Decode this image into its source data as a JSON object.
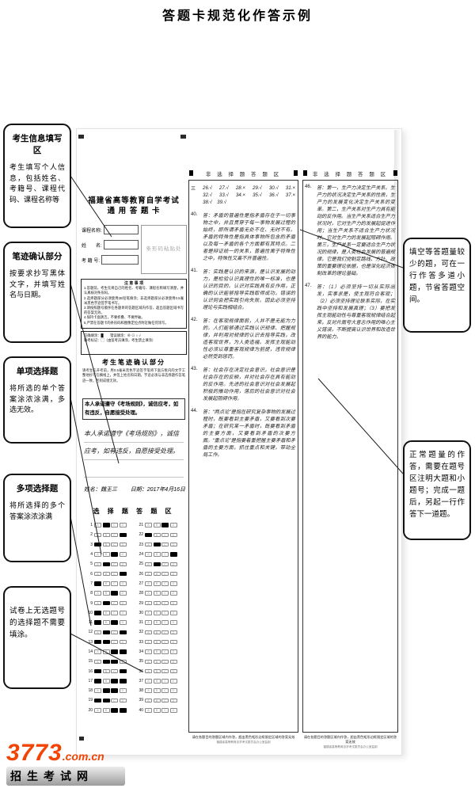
{
  "page": {
    "title": "答题卡规范化作答示例"
  },
  "callouts_left": [
    {
      "title": "考生信息填写区",
      "body": "考生填写个人信息，包括姓名、考籍号、课程代码、课程名称等"
    },
    {
      "title": "笔迹确认部分",
      "body": "按要求抄写黑体文字，并填写姓名与日期。"
    },
    {
      "title": "单项选择题",
      "body": "将所选的单个答案涂浓涂满，多选无效。"
    },
    {
      "title": "多项选择题",
      "body": "将所选择的多个答案涂浓涂满"
    },
    {
      "title": "",
      "body": "试卷上无选题号的选择题不需要填涂。"
    }
  ],
  "callouts_right": [
    {
      "body": "填空等答题量较少的题，可在一行作答多道小题，节省答题空间。"
    },
    {
      "body": "正常题量的作答，需要在题号区注明大题和小题号；完成一题后，另起一行作答下一道题。"
    }
  ],
  "card": {
    "header1": "福建省高等教育自学考试",
    "header2": "通 用 答 题 卡",
    "fields": [
      {
        "label": "课程名称:"
      },
      {
        "label": "姓　　名:"
      },
      {
        "label": "考 籍 号:"
      }
    ],
    "barcode_label": "条形码粘贴处",
    "notice_lines": [
      "注 意 事 项",
      "1.答题前，考生先将自己的姓名、考籍号、课程名称填写清楚，并认真核对条形码。",
      "2.选择题部分必须使用2B铅笔填涂；非选择题部分必须使用0.5毫米黑色字迹签字笔书写。",
      "3.请按照题号顺序在各题目的答题区域内作答，超出答题区域书写的答案无效。",
      "4.保持卡面清洁，不要折叠、不要弄破。",
      "5.严禁在答题卡的条形码和图像定位点附近做任何涂写。"
    ],
    "mark_lines": [
      "正确填涂：█　　错误填涂：⊗ ⊙ ○ √",
      "缺考标记：▢（由监考员填涂，考生禁止填涂）"
    ],
    "confirm_title": "考生笔迹确认部分",
    "confirm_para": "请考生在开考前，用0.5毫米黑色字迹签字笔将下面方框内的文字工整地抄写在横线上，并签上姓名和日期。字迹必须与非选择题作答笔迹一致，否则成绩无效。",
    "confirm_sample": "本人承诺遵守《考场规则》，诚信应考，如有违反，自愿接受处理。",
    "handwriting_text": "本人承诺遵守《考场规则》，诚信应考，如有违反，自愿接受处理。",
    "sig_name": "姓名：魏王三",
    "sig_date": "日期：2017年4月16日",
    "mc_title": "选 择 题 答 题 区",
    "choices": [
      "A",
      "B",
      "C",
      "D"
    ]
  },
  "grid": {
    "rows": [
      {
        "l": 1,
        "lf": [
          1
        ],
        "r": 21,
        "rf": [
          2
        ]
      },
      {
        "l": 2,
        "lf": [
          3
        ],
        "r": 22,
        "rf": [
          0
        ]
      },
      {
        "l": 3,
        "lf": [
          0
        ],
        "r": 23,
        "rf": [
          1
        ]
      },
      {
        "l": 4,
        "lf": [
          2
        ],
        "r": 24,
        "rf": [
          3
        ]
      },
      {
        "l": 5,
        "lf": [
          1
        ],
        "r": 25,
        "rf": [
          1
        ]
      },
      {
        "l": 6,
        "lf": [
          3
        ],
        "r": 26,
        "rf": []
      },
      {
        "l": 7,
        "lf": [
          0
        ],
        "r": 27,
        "rf": []
      },
      {
        "l": 8,
        "lf": [
          2
        ],
        "r": 28,
        "rf": []
      },
      {
        "l": 9,
        "lf": [
          1
        ],
        "r": 29,
        "rf": []
      },
      {
        "l": 10,
        "lf": [
          0
        ],
        "r": 30,
        "rf": []
      },
      {
        "l": 11,
        "lf": [
          0,
          2
        ],
        "r": 31,
        "rf": []
      },
      {
        "l": 12,
        "lf": [
          1,
          3
        ],
        "r": 32,
        "rf": []
      },
      {
        "l": 13,
        "lf": [
          0,
          1
        ],
        "r": 33,
        "rf": []
      },
      {
        "l": 14,
        "lf": [
          2,
          3
        ],
        "r": 34,
        "rf": []
      },
      {
        "l": 15,
        "lf": [
          1,
          2
        ],
        "r": 35,
        "rf": []
      },
      {
        "l": 16,
        "lf": [
          0,
          3
        ],
        "r": 36,
        "rf": []
      },
      {
        "l": 17,
        "lf": [
          0,
          2,
          3
        ],
        "r": 37,
        "rf": []
      },
      {
        "l": 18,
        "lf": [
          1,
          2
        ],
        "r": 38,
        "rf": []
      },
      {
        "l": 19,
        "lf": [
          0,
          1
        ],
        "r": 39,
        "rf": []
      },
      {
        "l": 20,
        "lf": [
          2,
          3
        ],
        "r": 40,
        "rf": []
      }
    ]
  },
  "columns": [
    {
      "header": "非 选 择 题 答 题 区",
      "blocks": [
        {
          "label": "三",
          "text": "26.√　27.√　28.×　29.√　30.√　31.×　32.√　33.√　34.×　35.√　36.√　37.×　38.√　39.√"
        },
        {
          "label": "40.",
          "text": "答：矛盾的普遍性是指矛盾存在于一切事物之中，并且贯穿于每一事物发展过程的始终，即所谓矛盾无处不在、无时不有。矛盾的特殊性是指具体事物所包含的矛盾以及每一矛盾的各个方面都有其特点。二者是辩证统一的关系，普遍性寓于特殊性之中，特殊性又离不开普遍性。"
        },
        {
          "label": "41.",
          "text": "答：实践是认识的来源，是认识发展的动力，是检验认识真理性的唯一标准，也是认识的目的。认识对实践具有反作用，正确的认识能够指导实践取得成功，错误的认识则会把实践引向失败。因此必须坚持理论与实践相结合。"
        },
        {
          "label": "42.",
          "text": "答：在客观规律面前，人并不是无能为力的。人们能够通过实践认识规律、把握规律，并利用对规律的认识去指导实践，改造客观世界，为人类造福。发挥主观能动性必须以尊重客观规律为前提，违背规律必然受到惩罚。"
        },
        {
          "label": "43.",
          "text": "答：社会存在决定社会意识，社会意识是社会存在的反映，并对社会存在具有能动的反作用。先进的社会意识对社会发展起积极的推动作用，落后的社会意识对社会发展起阻碍作用。"
        },
        {
          "label": "44.",
          "text": "答：“两点论”是指在研究复杂事物的发展过程时，既要看到主要矛盾，又要看到次要矛盾；在研究某一矛盾时，既要看到矛盾的主要方面，又要看到矛盾的次要方面。“重点论”是指要着重把握主要矛盾和矛盾的主要方面，抓住重点和关键，带动全局工作。"
        }
      ],
      "footer1": "请在各题目的答题区域内作答，超出黑色矩形边框限定区域的答案无效",
      "footer2": "福建省高等教育自学考试委员会办公室监制"
    },
    {
      "header": "非 选 择 题 答 题 区",
      "blocks": [
        {
          "label": "46.",
          "text": "答：第一，生产力决定生产关系。生产力的状况决定生产关系的性质，生产力的发展变化决定生产关系的变革。第二，生产关系对生产力具有能动的反作用。当生产关系适合生产力状况时，它对生产力的发展起促进作用；当生产关系不适合生产力状况时，它对生产力的发展起阻碍作用。第三，生产关系一定要适合生产力状况的规律，是人类社会发展的普遍规律，它是我们党制定路线、方针、政策的重要理论依据，也是深化经济体制改革的理论基础。"
        },
        {
          "label": "47.",
          "text": "答：（1）必须坚持一切从实际出发，实事求是，使主观符合客观；（2）必须坚持理论联系实际，在实践中坚持和发展真理；（3）要把发挥主观能动性与尊重客观规律结合起来，反对片面夸大意志作用的唯心主义错误，不断提高认识世界和改造世界的能力。"
        }
      ],
      "footer1": "请在各题目的答题区域内作答，超出黑色矩形边框限定区域的答案无效",
      "footer2": "福建省高等教育自学考试委员会办公室监制"
    }
  ],
  "logo": {
    "brand": "3773",
    "suffix": ".com.cn",
    "subtitle": "招生考试网"
  }
}
